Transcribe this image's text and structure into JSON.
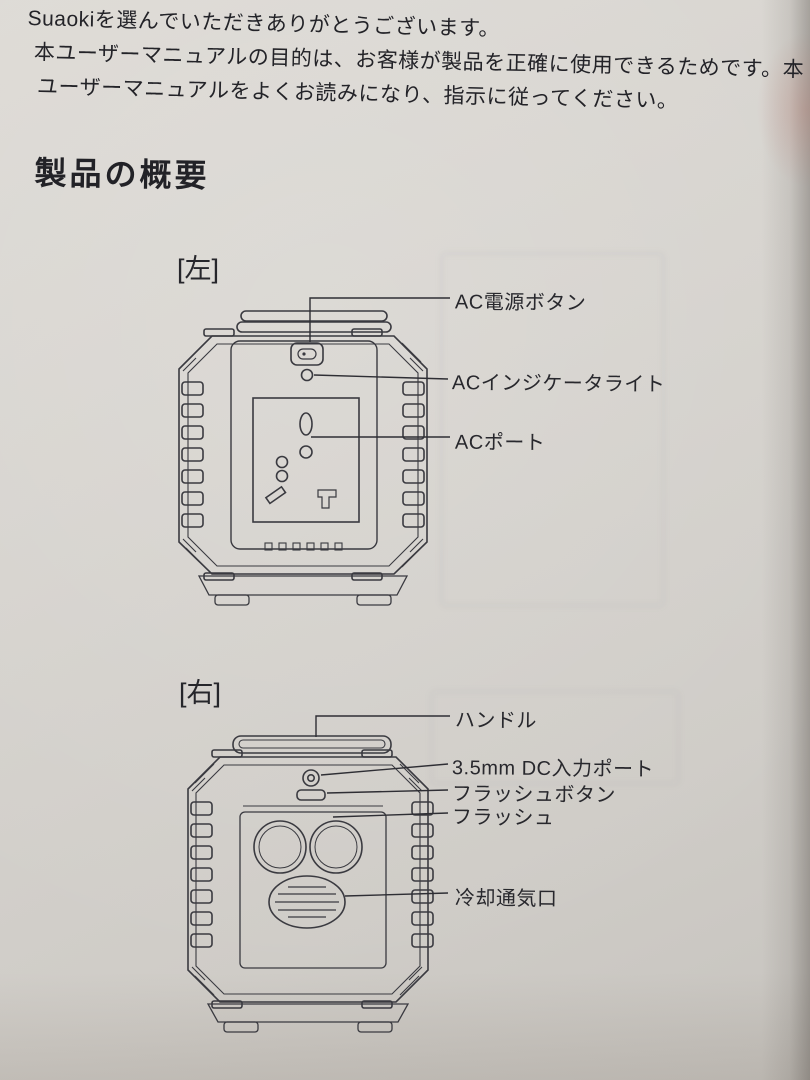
{
  "colors": {
    "paper": "#d5d2cd",
    "ink": "#26262b",
    "line": "#3a3a40"
  },
  "intro": {
    "lines": [
      "Suaokiを選んでいただきありがとうございます。",
      "本ユーザーマニュアルの目的は、お客様が製品を正確に使用できるためです。本",
      "ユーザーマニュアルをよくお読みになり、指示に従ってください。"
    ]
  },
  "section": {
    "title": "製品の概要"
  },
  "diagrams": {
    "left": {
      "label": "[左]",
      "callouts": [
        "AC電源ボタン",
        "ACインジケータライト",
        "ACポート"
      ]
    },
    "right": {
      "label": "[右]",
      "callouts": [
        "ハンドル",
        "3.5mm DC入力ポート",
        "フラッシュボタン",
        "フラッシュ",
        "冷却通気口"
      ]
    }
  }
}
